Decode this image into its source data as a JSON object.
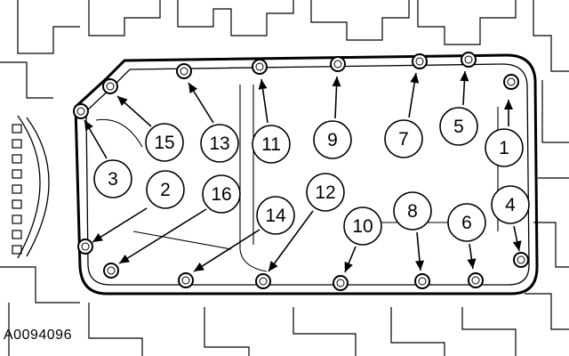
{
  "figure_id": "A0094096",
  "callouts": [
    {
      "label": "1"
    },
    {
      "label": "2"
    },
    {
      "label": "3"
    },
    {
      "label": "4"
    },
    {
      "label": "5"
    },
    {
      "label": "6"
    },
    {
      "label": "7"
    },
    {
      "label": "8"
    },
    {
      "label": "9"
    },
    {
      "label": "10"
    },
    {
      "label": "11"
    },
    {
      "label": "12"
    },
    {
      "label": "13"
    },
    {
      "label": "14"
    },
    {
      "label": "15"
    },
    {
      "label": "16"
    }
  ],
  "colors": {
    "line": "#000000",
    "background": "#ffffff",
    "shade": "#d9d9d9"
  }
}
